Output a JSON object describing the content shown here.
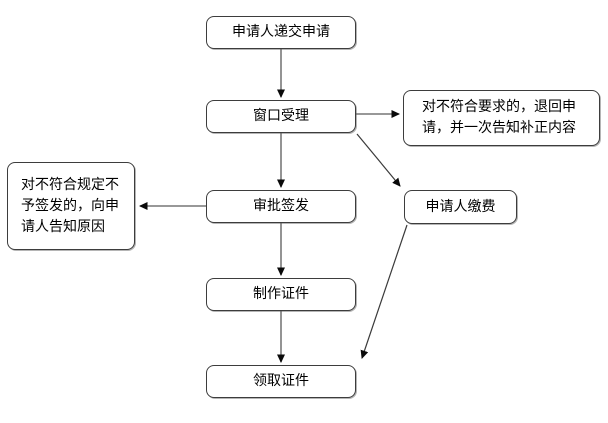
{
  "diagram": {
    "type": "flowchart",
    "nodes": {
      "submit": {
        "label": "申请人递交申请"
      },
      "accept": {
        "label": "窗口受理"
      },
      "return_note": {
        "label": "对不符合要求的，退回申请，并一次告知补正内容"
      },
      "approve": {
        "label": "审批签发"
      },
      "reject_note": {
        "label": "对不符合规定不予签发的，向申请人告知原因"
      },
      "pay": {
        "label": "申请人缴费"
      },
      "produce": {
        "label": "制作证件"
      },
      "collect": {
        "label": "领取证件"
      }
    },
    "edges": [
      {
        "from": "submit",
        "to": "accept"
      },
      {
        "from": "accept",
        "to": "return_note"
      },
      {
        "from": "accept",
        "to": "approve"
      },
      {
        "from": "accept",
        "to": "pay"
      },
      {
        "from": "approve",
        "to": "reject_note"
      },
      {
        "from": "approve",
        "to": "produce"
      },
      {
        "from": "produce",
        "to": "collect"
      },
      {
        "from": "pay",
        "to": "collect"
      }
    ],
    "colors": {
      "background": "#ffffff",
      "box_fill": "#ffffff",
      "box_border": "#3d3d3d",
      "line": "#5a5a5a",
      "arrowhead": "#0a0a0a",
      "text": "#000000"
    }
  }
}
